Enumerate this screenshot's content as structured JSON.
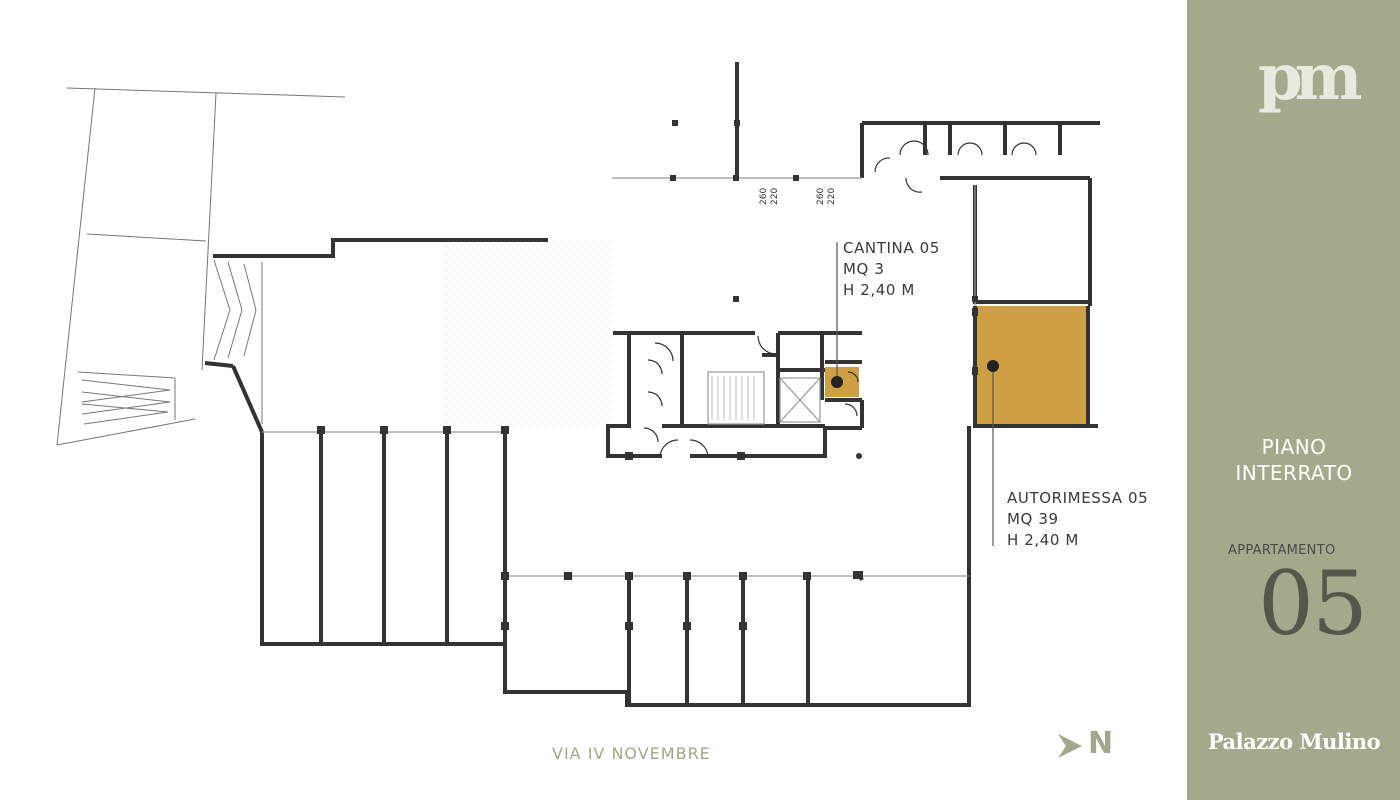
{
  "plan": {
    "street": "VIA IV NOVEMBRE",
    "north_label": "N",
    "cantina": {
      "name": "CANTINA 05",
      "area": "MQ 3",
      "height": "H 2,40 M"
    },
    "autorimessa": {
      "name": "AUTORIMESSA 05",
      "area": "MQ 39",
      "height": "H 2,40 M"
    },
    "dims": [
      {
        "top": "260",
        "bottom": "220"
      },
      {
        "top": "260",
        "bottom": "220"
      }
    ]
  },
  "panel": {
    "logo": "pm",
    "level": "PIANO INTERRATO",
    "apartment_label": "APPARTAMENTO",
    "apartment_number": "05",
    "brand": "Palazzo Mulino"
  },
  "colors": {
    "wall": "#333333",
    "highlight": "#cf9f44",
    "panel": "#a4a98c",
    "accent_text": "#a2a88b"
  }
}
